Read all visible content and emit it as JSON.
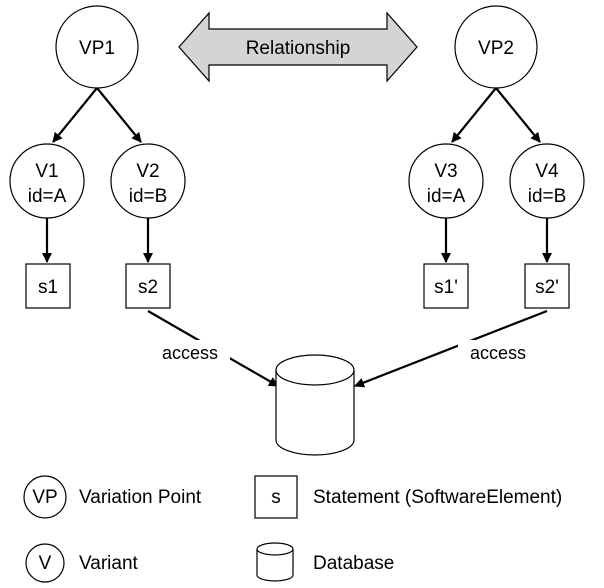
{
  "relationship": {
    "label": "Relationship"
  },
  "variation_points": [
    {
      "label": "VP1"
    },
    {
      "label": "VP2"
    }
  ],
  "variants": [
    {
      "name": "V1",
      "id": "id=A"
    },
    {
      "name": "V2",
      "id": "id=B"
    },
    {
      "name": "V3",
      "id": "id=A"
    },
    {
      "name": "V4",
      "id": "id=B"
    }
  ],
  "statements": [
    {
      "label": "s1"
    },
    {
      "label": "s2"
    },
    {
      "label": "s1'"
    },
    {
      "label": "s2'"
    }
  ],
  "access_labels": {
    "left": "access",
    "right": "access"
  },
  "legend": {
    "variation_point": {
      "symbol": "VP",
      "label": "Variation Point"
    },
    "statement": {
      "symbol": "s",
      "label": "Statement (SoftwareElement)"
    },
    "variant": {
      "symbol": "V",
      "label": "Variant"
    },
    "database": {
      "label": "Database"
    }
  },
  "colors": {
    "stroke": "#000000",
    "arrow_fill": "#d4d4d4",
    "background": "#ffffff"
  }
}
